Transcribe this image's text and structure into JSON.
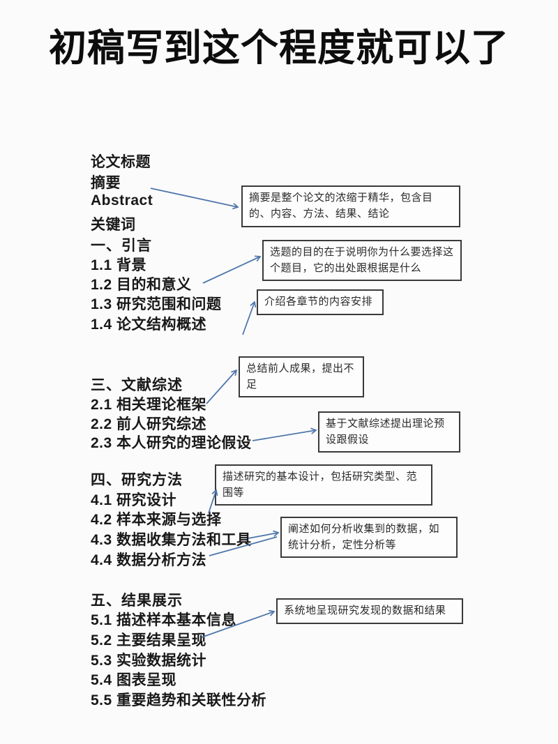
{
  "page": {
    "title": "初稿写到这个程度就可以了"
  },
  "outline": {
    "front_matter": [
      "论文标题",
      "摘要",
      "Abstract",
      "关键词"
    ],
    "sections": [
      {
        "heading": "一、引言",
        "items": [
          "1.1 背景",
          "1.2 目的和意义",
          "1.3 研究范围和问题",
          "1.4 论文结构概述"
        ]
      },
      {
        "heading": "三、文献综述",
        "items": [
          "2.1 相关理论框架",
          "2.2 前人研究综述",
          "2.3 本人研究的理论假设"
        ]
      },
      {
        "heading": "四、研究方法",
        "items": [
          "4.1 研究设计",
          "4.2 样本来源与选择",
          "4.3 数据收集方法和工具",
          "4.4 数据分析方法"
        ]
      },
      {
        "heading": "五、结果展示",
        "items": [
          "5.1 描述样本基本信息",
          "5.2 主要结果呈现",
          "5.3 实验数据统计",
          "5.4 图表呈现",
          "5.5 重要趋势和关联性分析"
        ]
      }
    ]
  },
  "annotations": [
    {
      "text": "摘要是整个论文的浓缩于精华，包含目的、内容、方法、结果、结论",
      "sources": [
        "摘要"
      ]
    },
    {
      "text": "选题的目的在于说明你为什么要选择这个题目，它的出处跟根据是什么",
      "sources": [
        "1.2 目的和意义"
      ]
    },
    {
      "text": "介绍各章节的内容安排",
      "sources": [
        "1.4 论文结构概述"
      ]
    },
    {
      "text": "总结前人成果，提出不足",
      "sources": [
        "2.1 相关理论框架"
      ]
    },
    {
      "text": "基于文献综述提出理论预设跟假设",
      "sources": [
        "2.3 本人研究的理论假设"
      ]
    },
    {
      "text": "描述研究的基本设计，包括研究类型、范围等",
      "sources": [
        "4.2 样本来源与选择"
      ]
    },
    {
      "text": "阐述如何分析收集到的数据，如统计分析，定性分析等",
      "sources": [
        "4.3 数据收集方法和工具",
        "4.4 数据分析方法"
      ]
    },
    {
      "text": "系统地呈现研究发现的数据和结果",
      "sources": [
        "5.2 主要结果呈现"
      ]
    }
  ],
  "colors": {
    "arrow": "#4f76ab",
    "box_border": "#3a3a3a",
    "text": "#1c1c1c",
    "background": "#fbfbfb"
  }
}
